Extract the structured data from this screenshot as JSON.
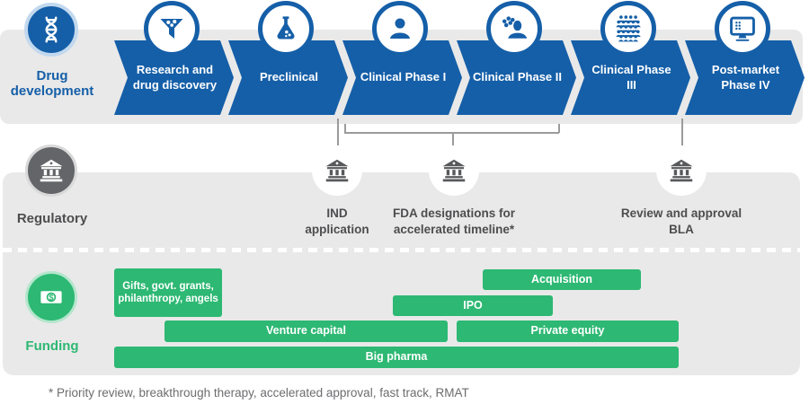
{
  "palette": {
    "blue": "#155fa8",
    "light_blue_ring": "#c2d8ee",
    "green": "#2db873",
    "band_gray": "#e9e9e9",
    "dark_gray": "#58595b",
    "label_gray": "#4d4d4f",
    "connector_gray": "#9b9b9b",
    "footnote_gray": "#6d6d70"
  },
  "drug_development": {
    "label": "Drug development",
    "stages": [
      {
        "label": "Research and drug discovery",
        "icon": "funnel-icon"
      },
      {
        "label": "Preclinical",
        "icon": "flask-icon"
      },
      {
        "label": "Clinical Phase I",
        "icon": "person-icon"
      },
      {
        "label": "Clinical Phase II",
        "icon": "people-icon"
      },
      {
        "label": "Clinical Phase III",
        "icon": "crowd-icon"
      },
      {
        "label": "Post-market Phase IV",
        "icon": "monitor-icon"
      }
    ]
  },
  "regulatory": {
    "label": "Regulatory",
    "milestones": [
      {
        "line1": "IND",
        "line2": "application"
      },
      {
        "line1": "FDA designations for",
        "line2": "accelerated timeline*"
      },
      {
        "line1": "Review and approval",
        "line2": "BLA"
      }
    ]
  },
  "funding": {
    "label": "Funding",
    "sources": [
      "Gifts, govt. grants, philanthropy, angels",
      "Acquisition",
      "IPO",
      "Venture capital",
      "Private equity",
      "Big pharma"
    ]
  },
  "footnote": "* Priority review, breakthrough therapy, accelerated approval, fast track, RMAT"
}
